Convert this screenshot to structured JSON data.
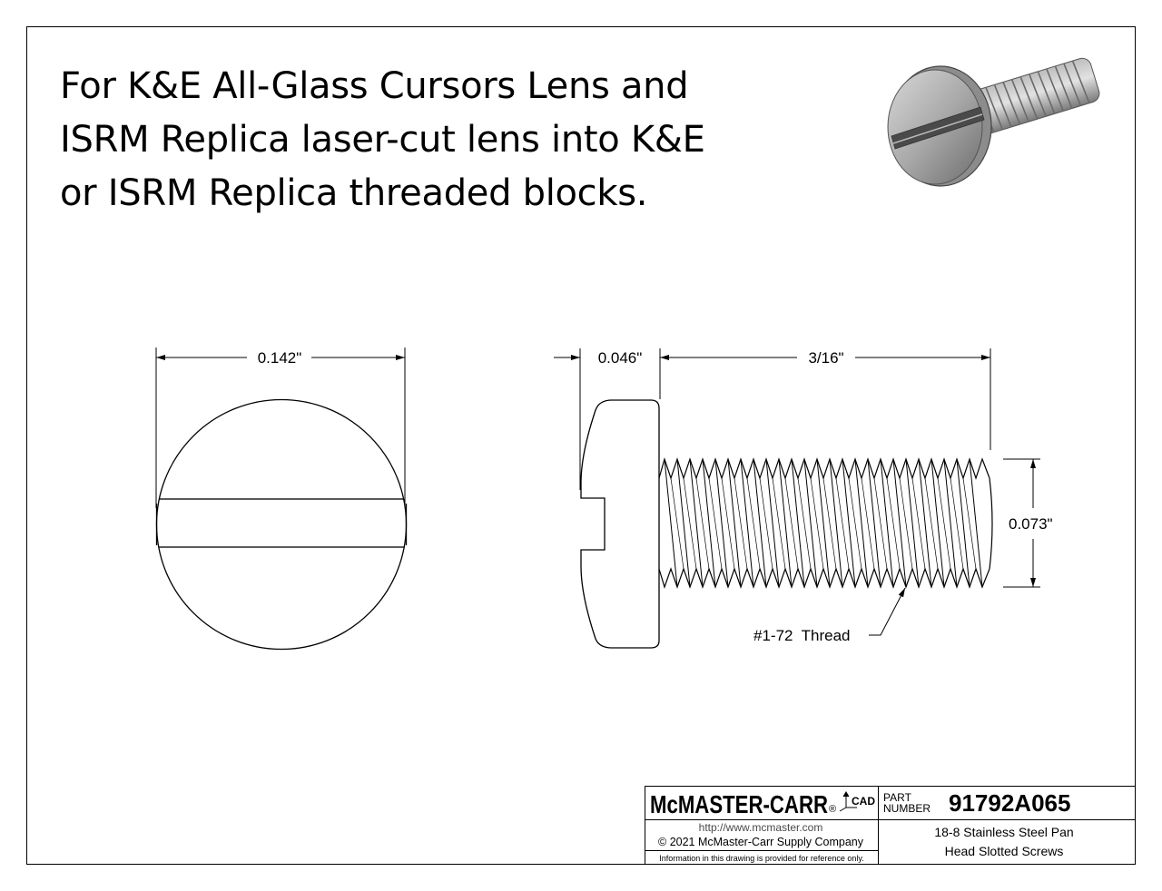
{
  "note": {
    "lines": [
      "For K&E All-Glass Cursors Lens and",
      "ISRM Replica laser-cut lens into K&E",
      "or ISRM Replica threaded blocks."
    ]
  },
  "dimensions": {
    "head_diameter": "0.142\"",
    "head_height": "0.046\"",
    "length": "3/16\"",
    "thread_diameter": "0.073\"",
    "thread_callout": "#1-72  Thread"
  },
  "title_block": {
    "brand": "McMASTER-CARR",
    "registered": "®",
    "cad_mark": "CAD",
    "part_label_1": "PART",
    "part_label_2": "NUMBER",
    "part_number": "91792A065",
    "url": "http://www.mcmaster.com",
    "copyright": "© 2021 McMaster-Carr Supply Company",
    "disclaimer": "Information in this drawing is provided for reference only.",
    "description_1": "18-8 Stainless Steel Pan",
    "description_2": "Head Slotted Screws"
  },
  "icons": {
    "screw_render": "slotted-pan-head-screw-icon"
  }
}
